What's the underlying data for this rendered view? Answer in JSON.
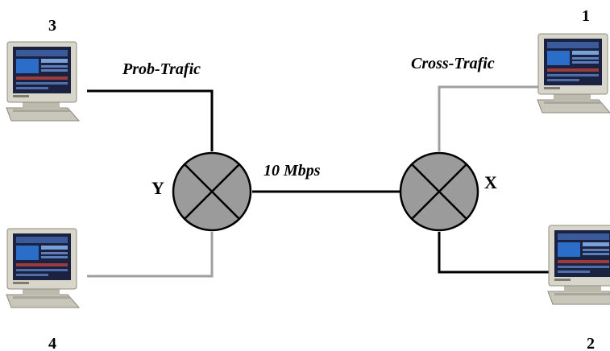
{
  "hosts": [
    {
      "id": "3",
      "label": "3"
    },
    {
      "id": "4",
      "label": "4"
    },
    {
      "id": "1",
      "label": "1"
    },
    {
      "id": "2",
      "label": "2"
    }
  ],
  "routers": [
    {
      "id": "Y",
      "label": "Y"
    },
    {
      "id": "X",
      "label": "X"
    }
  ],
  "links": {
    "prob_traffic_label": "Prob-Trafic",
    "cross_traffic_label": "Cross-Trafic",
    "bottleneck_label": "10 Mbps"
  },
  "colors": {
    "active_link": "#000000",
    "inactive_link": "#a0a0a0",
    "router_fill": "#9b9b9b",
    "router_stroke": "#000000"
  },
  "icons": {
    "host": "desktop-computer-icon",
    "router": "router-cross-icon"
  }
}
